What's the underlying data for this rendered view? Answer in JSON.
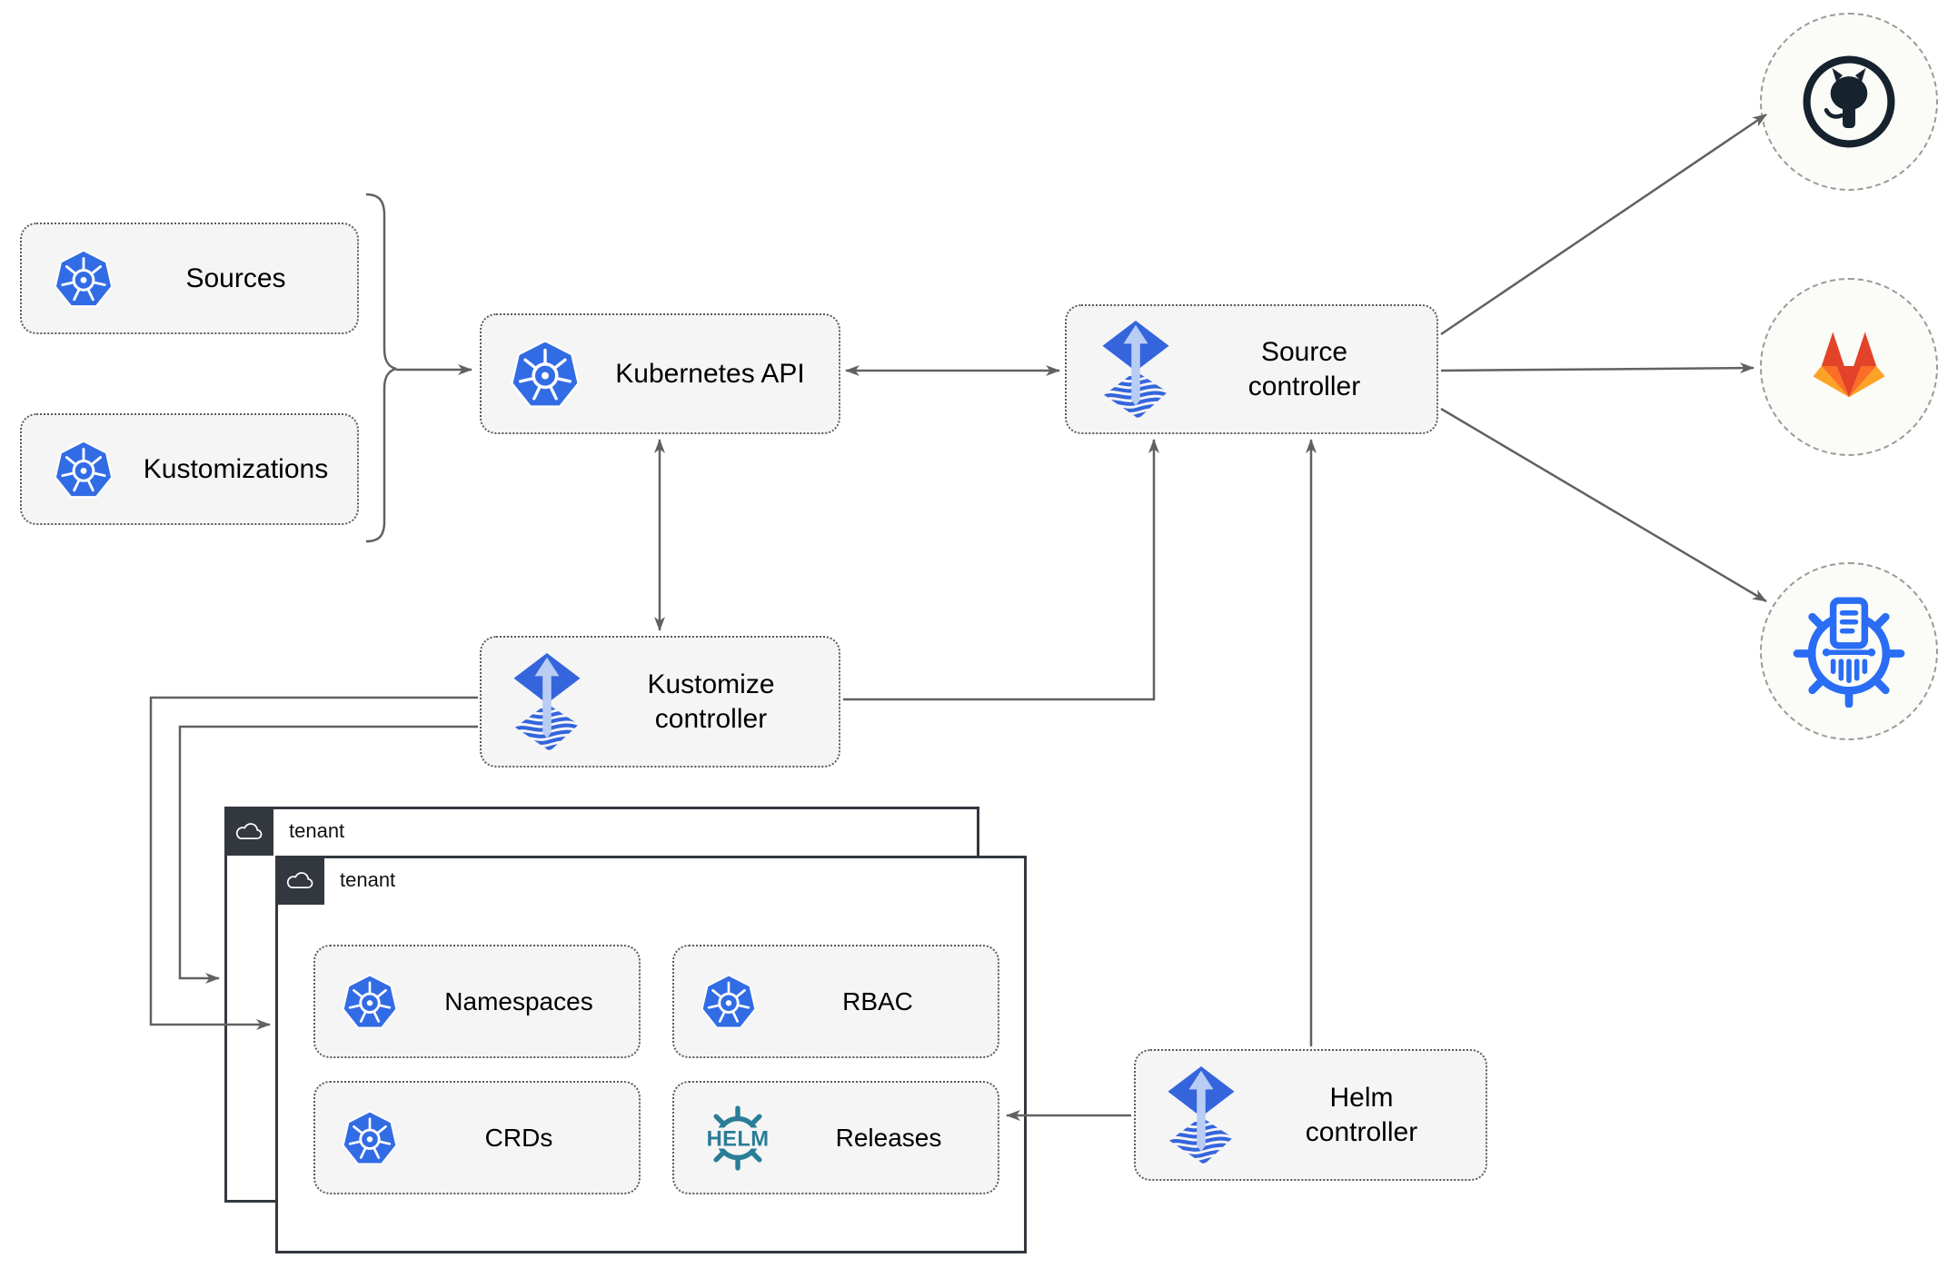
{
  "nodes": {
    "sources": {
      "label": "Sources",
      "icon": "kubernetes-icon"
    },
    "kustomizations": {
      "label": "Kustomizations",
      "icon": "kubernetes-icon"
    },
    "kubernetes_api": {
      "label": "Kubernetes API",
      "icon": "kubernetes-icon"
    },
    "source_controller": {
      "label": "Source controller",
      "icon": "flux-icon"
    },
    "kustomize_controller": {
      "label": "Kustomize controller",
      "icon": "flux-icon"
    },
    "helm_controller": {
      "label": "Helm controller",
      "icon": "flux-icon"
    },
    "namespaces": {
      "label": "Namespaces",
      "icon": "kubernetes-icon"
    },
    "rbac": {
      "label": "RBAC",
      "icon": "kubernetes-icon"
    },
    "crds": {
      "label": "CRDs",
      "icon": "kubernetes-icon"
    },
    "releases": {
      "label": "Releases",
      "icon": "helm-icon"
    }
  },
  "tenants": {
    "back": {
      "label": "tenant",
      "icon": "cloud-icon"
    },
    "front": {
      "label": "tenant",
      "icon": "cloud-icon"
    }
  },
  "external_targets": [
    {
      "name": "github",
      "icon": "github-icon"
    },
    {
      "name": "gitlab",
      "icon": "gitlab-icon"
    },
    {
      "name": "chartmuseum",
      "icon": "chartmuseum-icon"
    }
  ],
  "helm_logo_text": "HELM",
  "connections": [
    "sources+kustomizations -> kubernetes_api",
    "kubernetes_api <-> source_controller",
    "kubernetes_api <-> kustomize_controller",
    "kustomize_controller -> source_controller",
    "kustomize_controller -> tenant_front",
    "kustomize_controller -> tenant_back",
    "helm_controller -> source_controller",
    "helm_controller -> releases",
    "source_controller -> github",
    "source_controller -> gitlab",
    "source_controller -> chartmuseum"
  ],
  "colors": {
    "kubernetes_blue": "#326CE5",
    "flux_blue": "#3565DD",
    "flux_arrow_light": "#B9CDF4",
    "helm_teal": "#2A7D96",
    "github_dark": "#16222E",
    "gitlab_red": "#E24329",
    "gitlab_orange": "#FC6D26",
    "gitlab_light_orange": "#FCA326",
    "chartmuseum_blue": "#2A6DF4",
    "connector_gray": "#616161",
    "node_fill": "#F5F5F5",
    "node_border": "#5B5B5B",
    "tenant_border": "#33383F"
  }
}
